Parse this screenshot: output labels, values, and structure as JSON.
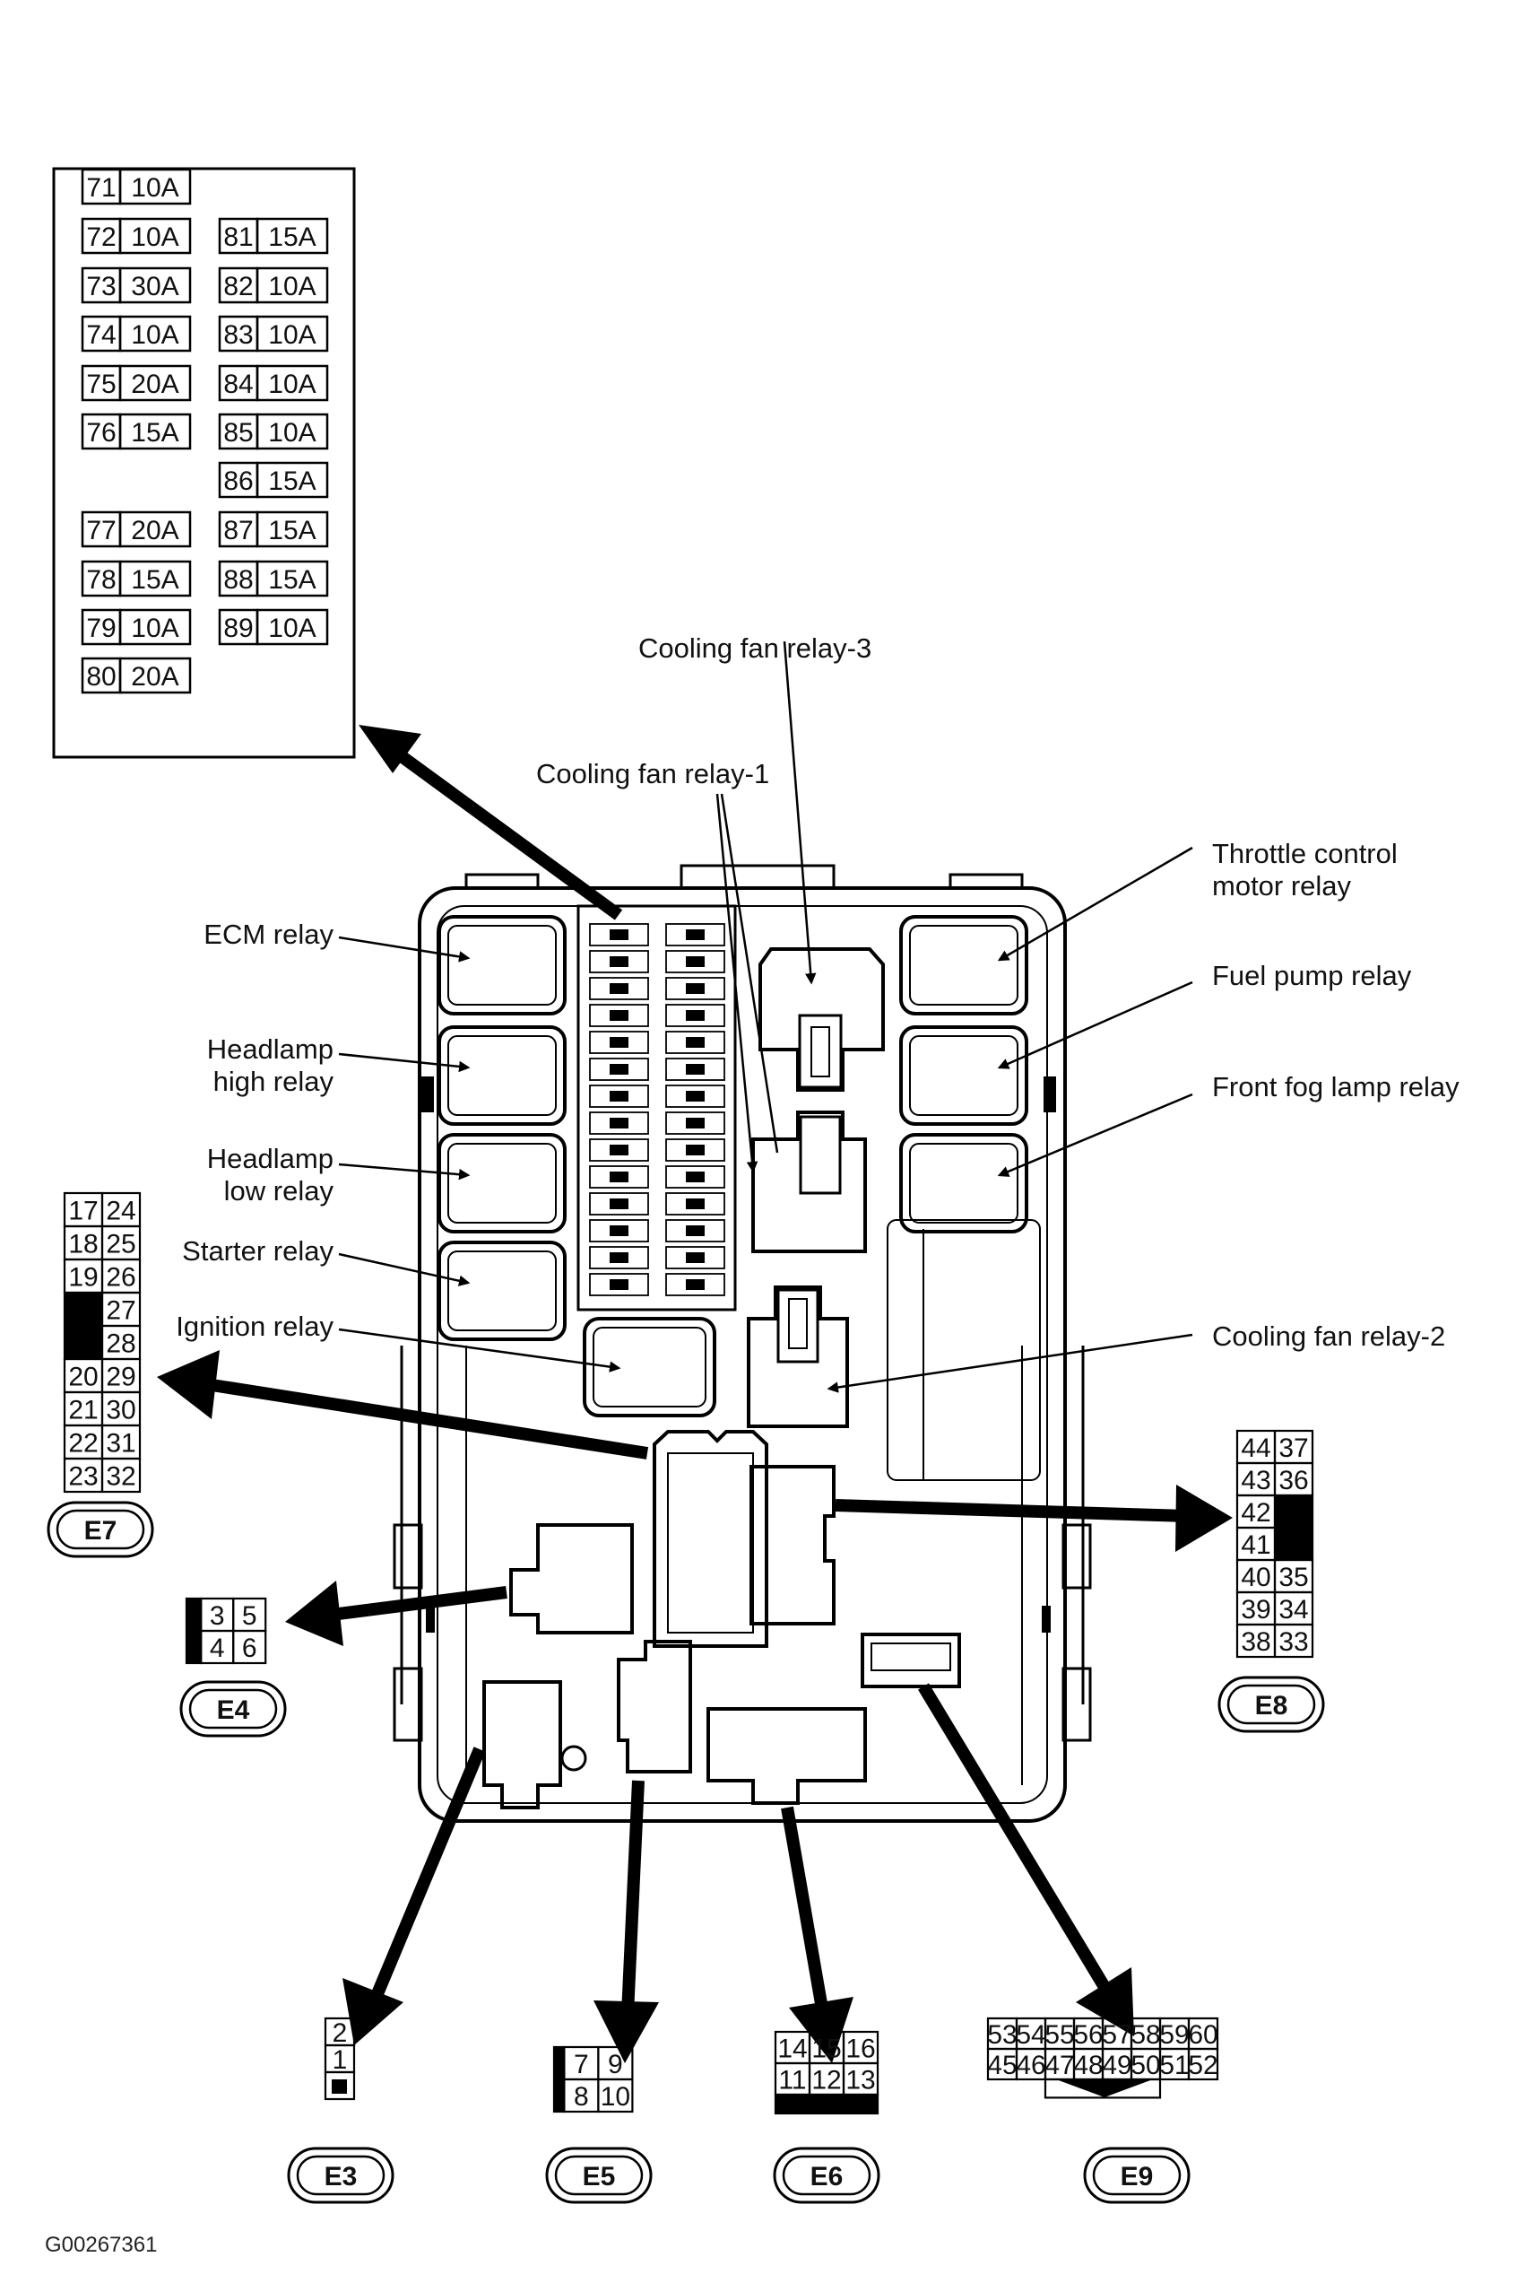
{
  "fuse_block": {
    "left_column": [
      {
        "no": "71",
        "amp": "10A"
      },
      {
        "no": "72",
        "amp": "10A"
      },
      {
        "no": "73",
        "amp": "30A"
      },
      {
        "no": "74",
        "amp": "10A"
      },
      {
        "no": "75",
        "amp": "20A"
      },
      {
        "no": "76",
        "amp": "15A"
      },
      {
        "no": "77",
        "amp": "20A"
      },
      {
        "no": "78",
        "amp": "15A"
      },
      {
        "no": "79",
        "amp": "10A"
      },
      {
        "no": "80",
        "amp": "20A"
      }
    ],
    "right_column": [
      {
        "no": "81",
        "amp": "15A"
      },
      {
        "no": "82",
        "amp": "10A"
      },
      {
        "no": "83",
        "amp": "10A"
      },
      {
        "no": "84",
        "amp": "10A"
      },
      {
        "no": "85",
        "amp": "10A"
      },
      {
        "no": "86",
        "amp": "15A"
      },
      {
        "no": "87",
        "amp": "15A"
      },
      {
        "no": "88",
        "amp": "15A"
      },
      {
        "no": "89",
        "amp": "10A"
      }
    ]
  },
  "labels": {
    "cooling_fan_relay_3": "Cooling fan relay-3",
    "cooling_fan_relay_1": "Cooling fan relay-1",
    "cooling_fan_relay_2": "Cooling fan relay-2",
    "throttle_line1": "Throttle control",
    "throttle_line2": "motor relay",
    "fuel_pump_relay": "Fuel pump relay",
    "front_fog_lamp_relay": "Front fog lamp relay",
    "ecm_relay": "ECM relay",
    "headlamp_high_line1": "Headlamp",
    "headlamp_high_line2": "high relay",
    "headlamp_low_line1": "Headlamp",
    "headlamp_low_line2": "low relay",
    "starter_relay": "Starter relay",
    "ignition_relay": "Ignition relay"
  },
  "connectors": {
    "E3": {
      "name": "E3",
      "pins": [
        "2",
        "1"
      ]
    },
    "E4": {
      "name": "E4",
      "pins": [
        "3",
        "5",
        "4",
        "6"
      ]
    },
    "E5": {
      "name": "E5",
      "pins": [
        "7",
        "9",
        "8",
        "10"
      ]
    },
    "E6": {
      "name": "E6",
      "pins": [
        "14",
        "15",
        "16",
        "11",
        "12",
        "13"
      ]
    },
    "E7": {
      "name": "E7",
      "pins": [
        "17",
        "24",
        "18",
        "25",
        "19",
        "26",
        "27",
        "28",
        "20",
        "29",
        "21",
        "30",
        "22",
        "31",
        "23",
        "32"
      ]
    },
    "E8": {
      "name": "E8",
      "pins": [
        "44",
        "37",
        "43",
        "36",
        "42",
        "41",
        "40",
        "35",
        "39",
        "34",
        "38",
        "33"
      ]
    },
    "E9": {
      "name": "E9",
      "pins": [
        "53",
        "54",
        "55",
        "56",
        "57",
        "58",
        "59",
        "60",
        "45",
        "46",
        "47",
        "48",
        "49",
        "50",
        "51",
        "52"
      ]
    }
  },
  "figure_code": "G00267361"
}
